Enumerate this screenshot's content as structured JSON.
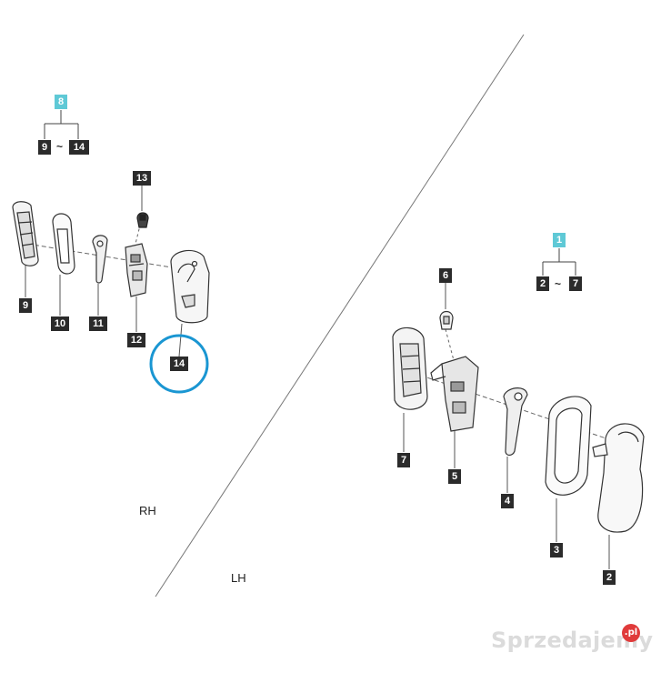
{
  "diagram": {
    "rh": {
      "group_label": "8",
      "range_from": "9",
      "range_to": "14",
      "range_sep": "~",
      "side_label": "RH",
      "parts": [
        "9",
        "10",
        "11",
        "12",
        "13",
        "14"
      ]
    },
    "lh": {
      "group_label": "1",
      "range_from": "2",
      "range_to": "7",
      "range_sep": "~",
      "side_label": "LH",
      "parts": [
        "2",
        "3",
        "4",
        "5",
        "6",
        "7"
      ]
    },
    "highlight": {
      "part": "14",
      "color": "#1a96d2"
    },
    "colors": {
      "group_tag": "#5fc9d6",
      "part_tag": "#2b2b2b",
      "line": "#555555"
    }
  },
  "watermark": {
    "text": "Sprzedajemy",
    "badge": ".pl",
    "badge_color": "#e03a3a"
  }
}
